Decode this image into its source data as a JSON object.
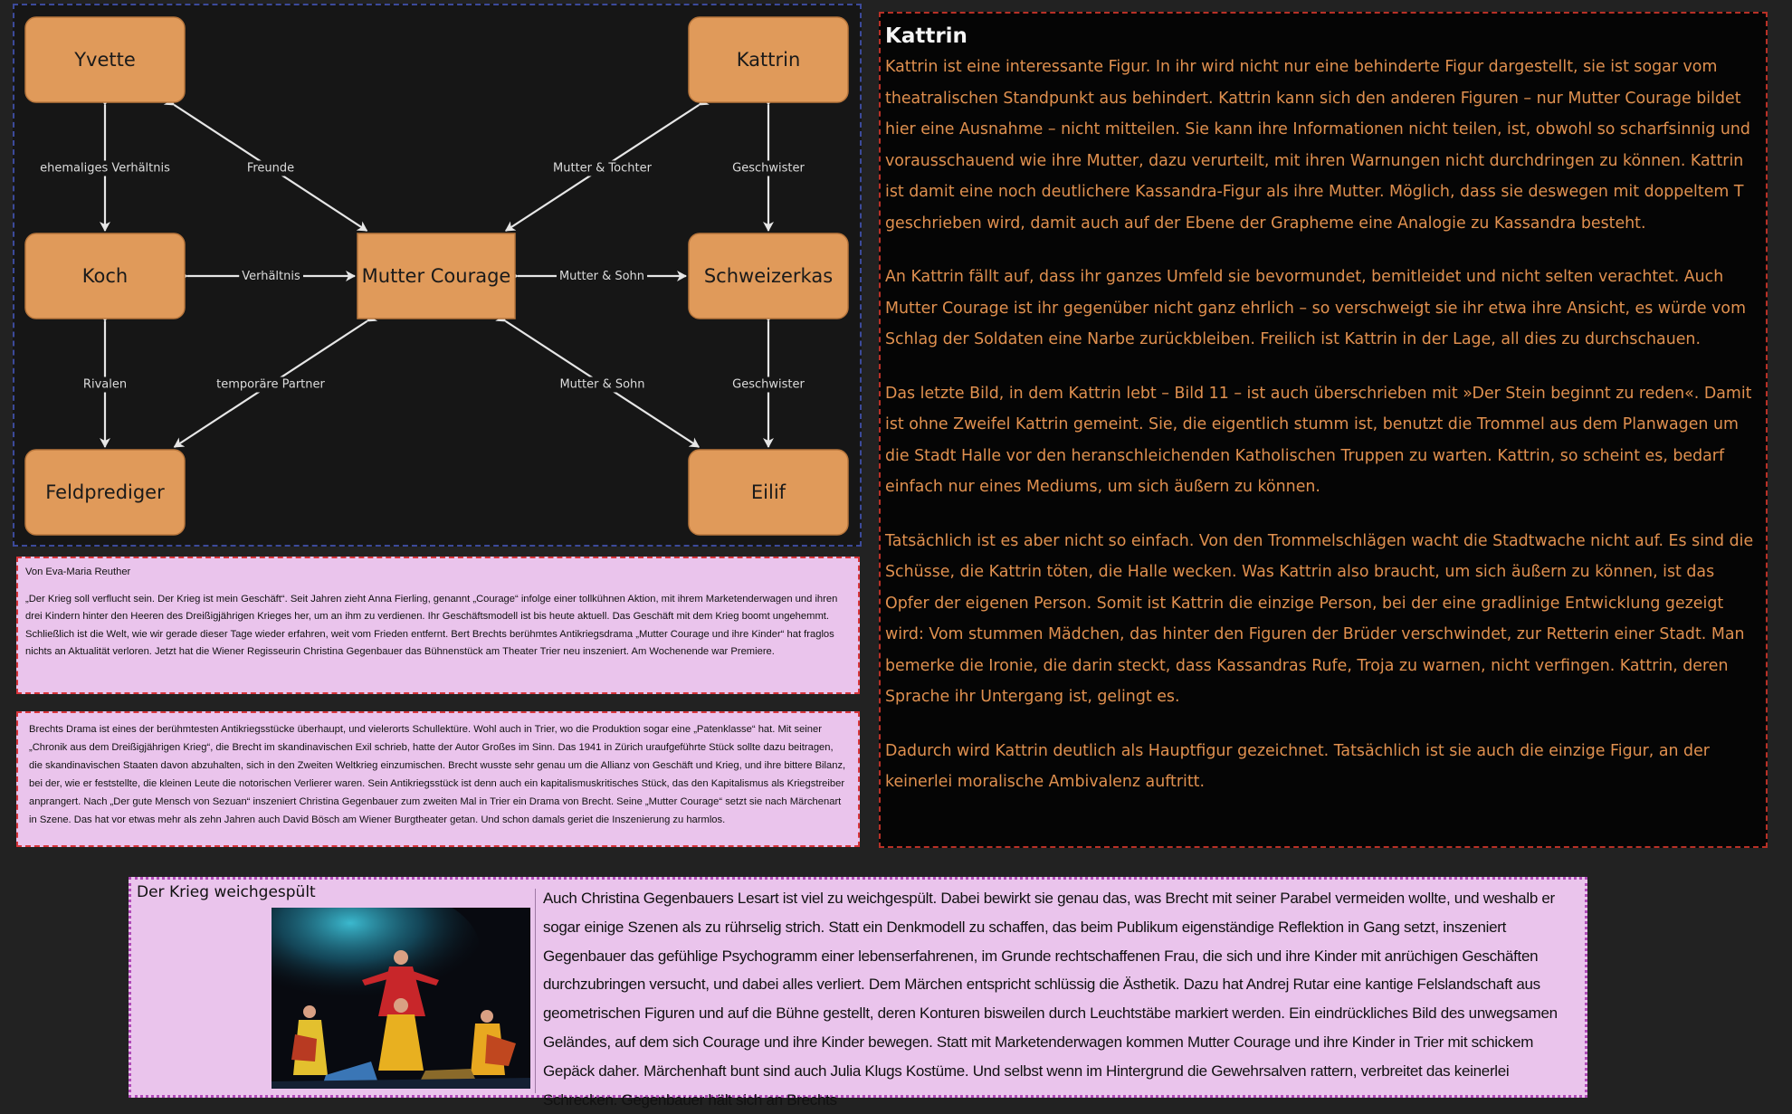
{
  "diagram": {
    "nodes": [
      {
        "id": "yvette",
        "label": "Yvette"
      },
      {
        "id": "kattrin",
        "label": "Kattrin"
      },
      {
        "id": "koch",
        "label": "Koch"
      },
      {
        "id": "courage",
        "label": "Mutter Courage"
      },
      {
        "id": "schweizerkas",
        "label": "Schweizerkas"
      },
      {
        "id": "feldprediger",
        "label": "Feldprediger"
      },
      {
        "id": "eilif",
        "label": "Eilif"
      }
    ],
    "edges": [
      {
        "from": "yvette",
        "to": "courage",
        "label": "Freunde"
      },
      {
        "from": "kattrin",
        "to": "courage",
        "label": "Mutter & Tochter"
      },
      {
        "from": "yvette",
        "to": "koch",
        "label": "ehemaliges Verhältnis"
      },
      {
        "from": "kattrin",
        "to": "schweizerkas",
        "label": "Geschwister"
      },
      {
        "from": "koch",
        "to": "courage",
        "label": "Verhältnis"
      },
      {
        "from": "courage",
        "to": "schweizerkas",
        "label": "Mutter & Sohn"
      },
      {
        "from": "koch",
        "to": "feldprediger",
        "label": "Rivalen"
      },
      {
        "from": "schweizerkas",
        "to": "eilif",
        "label": "Geschwister"
      },
      {
        "from": "courage",
        "to": "feldprediger",
        "label": "temporäre Partner"
      },
      {
        "from": "courage",
        "to": "eilif",
        "label": "Mutter & Sohn"
      }
    ]
  },
  "intro": {
    "byline": "Von Eva-Maria Reuther",
    "text": "„Der Krieg soll verflucht sein. Der Krieg ist mein Geschäft“. Seit Jahren zieht Anna Fierling, genannt „Courage“ infolge einer tollkühnen Aktion, mit ihrem Marketenderwagen und ihren drei Kindern hinter den Heeren des Dreißigjährigen Krieges her, um an ihm zu verdienen. Ihr Geschäftsmodell ist bis heute aktuell. Das Geschäft mit dem Krieg boomt ungehemmt. Schließlich ist die Welt, wie wir gerade dieser Tage wieder erfahren, weit vom Frieden entfernt. Bert Brechts berühmtes Antikriegsdrama „Mutter Courage und ihre Kinder“ hat fraglos nichts an Aktualität verloren. Jetzt hat die Wiener Regisseurin Christina Gegenbauer das Bühnenstück am Theater Trier neu inszeniert. Am Wochenende war Premiere."
  },
  "context": {
    "text": "Brechts Drama ist eines der berühmtesten Antikriegsstücke überhaupt, und vielerorts Schullektüre. Wohl auch in Trier, wo die Produktion sogar eine „Patenklasse“ hat. Mit seiner „Chronik aus dem Dreißigjährigen Krieg“, die Brecht im skandinavischen Exil schrieb, hatte der Autor Großes im Sinn. Das 1941 in Zürich uraufgeführte Stück sollte dazu beitragen, die skandinavischen Staaten davon abzuhalten, sich in den Zweiten Weltkrieg einzumischen. Brecht wusste sehr genau um die Allianz von Geschäft und Krieg, und ihre bittere Bilanz, bei der, wie er feststellte, die kleinen Leute die notorischen Verlierer waren. Sein Antikriegsstück ist denn auch ein kapitalismuskritisches Stück, das den Kapitalismus als Kriegstreiber anprangert. Nach „Der gute Mensch von Sezuan“ inszeniert Christina Gegenbauer zum zweiten Mal in Trier ein Drama von Brecht. Seine „Mutter Courage“ setzt sie nach Märchenart in Szene. Das hat vor etwas mehr als zehn Jahren auch David Bösch am Wiener Burgtheater getan. Und schon damals geriet die Inszenierung zu harmlos."
  },
  "kattrin": {
    "title": "Kattrin",
    "paragraphs": [
      "Kattrin ist eine interessante Figur. In ihr wird nicht nur eine behinderte Figur dargestellt, sie ist sogar vom theatralischen Standpunkt aus behindert. Kattrin kann sich den anderen Figuren – nur Mutter Courage bildet hier eine Ausnahme – nicht mitteilen. Sie kann ihre Informationen nicht teilen, ist, obwohl so scharfsinnig und vorausschauend wie ihre Mutter, dazu verurteilt, mit ihren Warnungen nicht durchdringen zu können. Kattrin ist damit eine noch deutlichere Kassandra-Figur als ihre Mutter. Möglich, dass sie deswegen mit doppeltem T geschrieben wird, damit auch auf der Ebene der Grapheme eine Analogie zu Kassandra besteht.",
      "An Kattrin fällt auf, dass ihr ganzes Umfeld sie bevormundet, bemitleidet und nicht selten verachtet. Auch Mutter Courage ist ihr gegenüber nicht ganz ehrlich – so verschweigt sie ihr etwa ihre Ansicht, es würde vom Schlag der Soldaten eine Narbe zurückbleiben. Freilich ist Kattrin in der Lage, all dies zu durchschauen.",
      "Das letzte Bild, in dem Kattrin lebt – Bild 11 – ist auch überschrieben mit »Der Stein beginnt zu reden«. Damit ist ohne Zweifel Kattrin gemeint. Sie, die eigentlich stumm ist, benutzt die Trommel aus dem Planwagen um die Stadt Halle vor den heranschleichenden Katholischen Truppen zu warten. Kattrin, so scheint es, bedarf einfach nur eines Mediums, um sich äußern zu können.",
      "Tatsächlich ist es aber nicht so einfach. Von den Trommelschlägen wacht die Stadtwache nicht auf. Es sind die Schüsse, die Kattrin töten, die Halle wecken. Was Kattrin also braucht, um sich äußern zu können, ist das Opfer der eigenen Person. Somit ist Kattrin die einzige Person, bei der eine gradlinige Entwicklung gezeigt wird: Vom stummen Mädchen, das hinter den Figuren der Brüder verschwindet, zur Retterin einer Stadt. Man bemerke die Ironie, die darin steckt, dass Kassandras Rufe, Troja zu warnen, nicht verfingen. Kattrin, deren Sprache ihr Untergang ist, gelingt es.",
      "Dadurch wird Kattrin deutlich als Hauptfigur gezeichnet. Tatsächlich ist sie auch die einzige Figur, an der keinerlei moralische Ambivalenz auftritt."
    ]
  },
  "review": {
    "title": "Der Krieg weichgespült",
    "text": "Auch Christina Gegenbauers Lesart ist viel zu weichgespült. Dabei bewirkt sie genau das, was Brecht mit seiner Parabel vermeiden wollte, und weshalb er sogar einige Szenen als zu rührselig strich.  Statt ein Denkmodell zu schaffen, das beim Publikum eigenständige Reflektion in Gang setzt, inszeniert Gegenbauer das gefühlige Psychogramm einer lebenserfahrenen, im Grunde  rechtschaffenen Frau, die sich und  ihre Kinder mit anrüchigen Geschäften durchzubringen versucht, und dabei alles verliert. Dem Märchen entspricht schlüssig die Ästhetik. Dazu hat Andrej Rutar eine kantige Felslandschaft aus geometrischen Figuren und auf die Bühne gestellt, deren Konturen bisweilen durch Leuchtstäbe markiert werden. Ein eindrückliches Bild des unwegsamen Geländes, auf dem sich Courage und ihre Kinder bewegen. Statt mit Marketenderwagen kommen Mutter Courage und ihre Kinder in Trier  mit schickem Gepäck daher. Märchenhaft bunt sind auch Julia Klugs Kostüme. Und selbst wenn im Hintergrund die Gewehrsalven rattern, verbreitet das keinerlei Schrecken. Gegenbauer hält sich an Brechts"
  }
}
